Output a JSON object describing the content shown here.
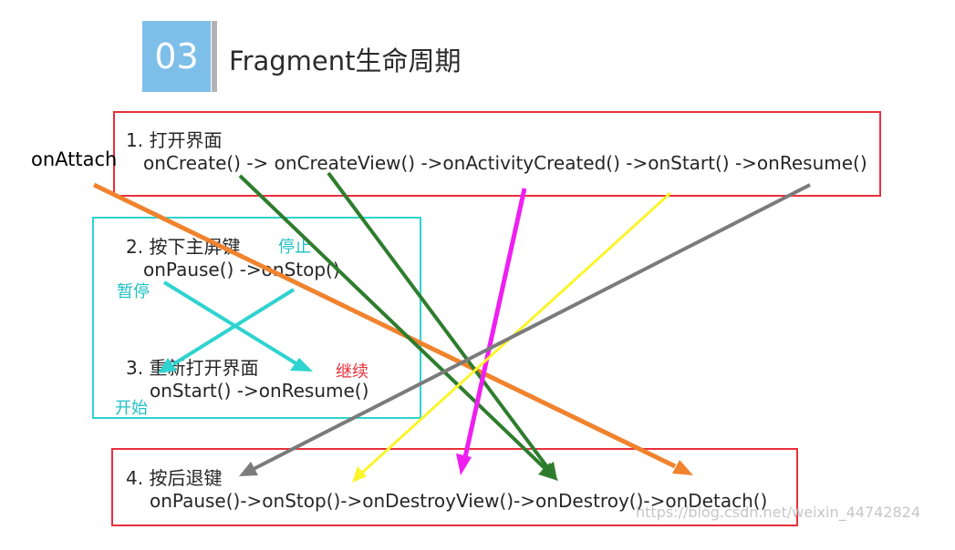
{
  "header": {
    "number": "03",
    "title": "Fragment生命周期"
  },
  "steps": [
    {
      "id": "open",
      "heading": "1.  打开界面",
      "callbacks": "onCreate() -> onCreateView() ->onActivityCreated() ->onStart() ->onResume()"
    },
    {
      "id": "home",
      "heading": "2.  按下主屏键",
      "callbacks": "onPause() ->onStop()"
    },
    {
      "id": "reopen",
      "heading": "3.  重新打开界面",
      "callbacks": "onStart() ->onResume()"
    },
    {
      "id": "back",
      "heading": "4.  按后退键",
      "callbacks": "onPause()->onStop()->onDestroyView()->onDestroy()->onDetach()"
    }
  ],
  "annotations": {
    "on_attach": "onAttach",
    "stop": "停止",
    "pause": "暂停",
    "resume": "继续",
    "start": "开始"
  },
  "watermark": "https://blog.csdn.net/weixin_44742824",
  "colors": {
    "header_box": "#7dbfe9",
    "red_frame": "#e8303b",
    "teal_frame": "#2fd3cf",
    "arrow_orange": "#f0832e",
    "arrow_green": "#2e7d2e",
    "arrow_magenta": "#ee1ff0",
    "arrow_yellow": "#fbf52c",
    "arrow_gray": "#7b7b7b",
    "arrow_teal": "#2fd3cf"
  }
}
